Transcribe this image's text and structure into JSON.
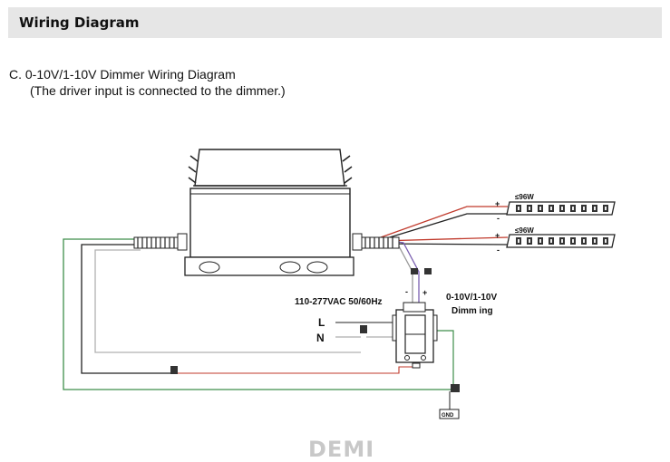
{
  "header": {
    "title": "Wiring Diagram"
  },
  "caption": {
    "line1": "C. 0-10V/1-10V  Dimmer Wiring Diagram",
    "line2": "(The driver input is connected to the dimmer.)"
  },
  "diagram": {
    "input_label": "110-277VAC 50/60Hz",
    "line_label": "L",
    "neutral_label": "N",
    "dimming_label_line1": "0-10V/1-10V",
    "dimming_label_line2": "Dimm ing",
    "strip1_power": "≤96W",
    "strip2_power": "≤96W",
    "plus": "+",
    "minus": "-",
    "gnd_label": "GND"
  },
  "colors": {
    "header_bg": "#e6e6e6",
    "wire_red": "#c0392b",
    "wire_green": "#3e8e4a",
    "wire_gray": "#b0b0b0",
    "wire_black": "#222222",
    "wire_purple": "#7a5fb0",
    "watermark": "#c8c8c8"
  },
  "watermark": "DEMI"
}
